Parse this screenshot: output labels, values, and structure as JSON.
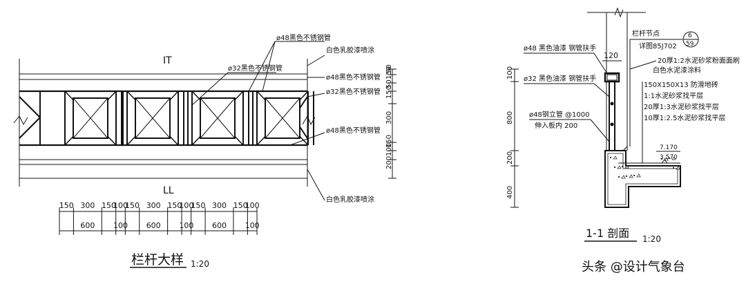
{
  "left": {
    "section_mark_top": "IT",
    "section_mark_bottom": "LL",
    "callouts": [
      "ø48黑色不锈钢管",
      "白色乳胶漆喷涂",
      "ø32黑色不锈钢管",
      "ø48黑色不锈钢管",
      "ø32黑色不锈钢管",
      "ø48黑色不锈钢管",
      "白色乳胶漆喷涂"
    ],
    "right_dims": [
      "50",
      "150",
      "50",
      "150",
      "300",
      "150",
      "100",
      "200"
    ],
    "bottom_dims_top": [
      "150",
      "300",
      "150",
      "100",
      "150",
      "300",
      "150",
      "100",
      "150",
      "300",
      "150",
      "100"
    ],
    "bottom_dims_bottom": [
      "600",
      "100",
      "600",
      "100",
      "600",
      "100"
    ],
    "title": "栏杆大样",
    "scale": "1:20"
  },
  "right": {
    "node_label": "栏杆节点",
    "node_ref": "详图85J702",
    "detail_num": "6",
    "detail_sheet": "59",
    "dim_120": "120",
    "labels": [
      "ø48 黑色油漆 钢管扶手",
      "ø32 黑色油漆 钢管扶手",
      "ø48钢立管 @1000",
      "伸入板内 200"
    ],
    "finish_notes": [
      "20厚1:2水泥砂浆粉面面刷",
      "白色水泥漆涂料",
      "150X150X13 防滑地砖",
      "1:1水泥砂浆找平层",
      "20厚1:3水泥砂浆找平层",
      "10厚1:2.5水泥砂浆找平层"
    ],
    "left_dims": [
      "100",
      "800",
      "200",
      "400"
    ],
    "elev_1": "7.170",
    "elev_2": "3.570",
    "title": "1-1 剖面",
    "scale": "1:20"
  },
  "watermark": "头条 @设计气象台"
}
